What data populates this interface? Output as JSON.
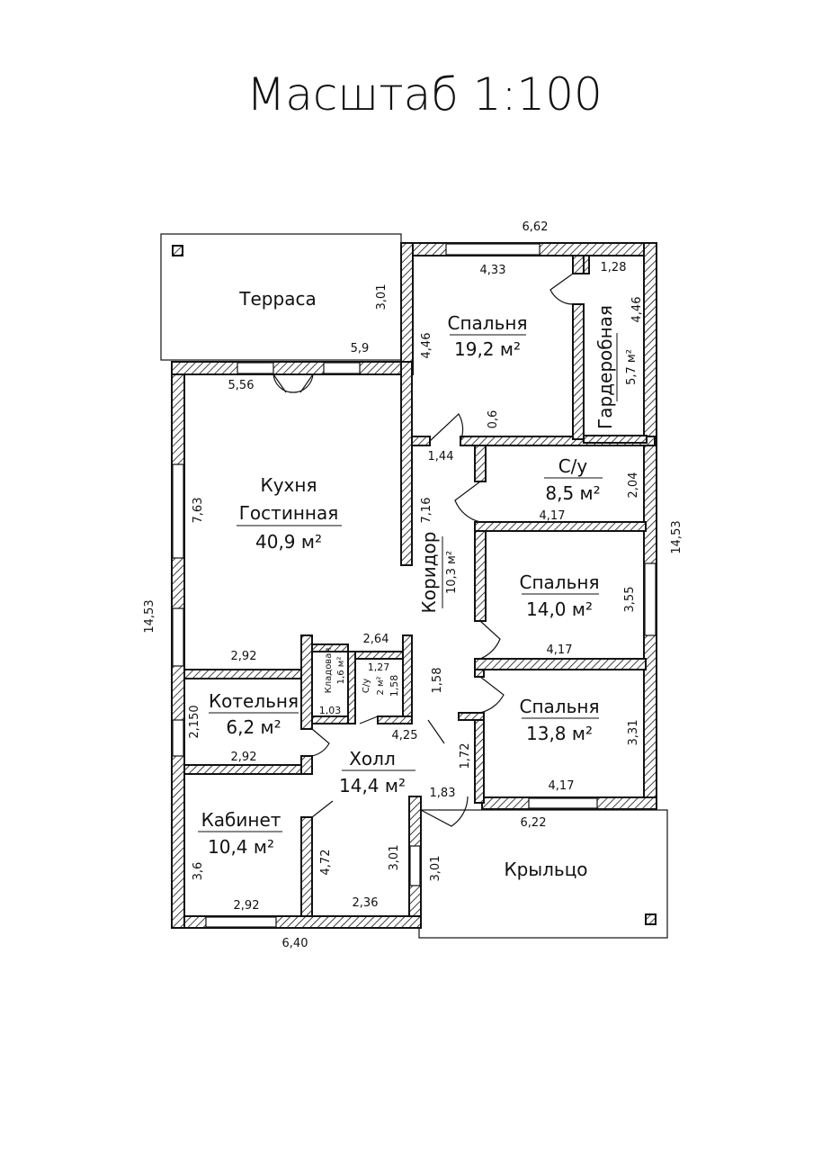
{
  "title": "Масштаб 1:100",
  "rooms": {
    "terrace": {
      "name": "Терраса"
    },
    "bedroom1": {
      "name": "Спальня",
      "area": "19,2 м²"
    },
    "wardrobe": {
      "name": "Гардеробная",
      "area": "5,7 м²"
    },
    "bathroom1": {
      "name": "С/у",
      "area": "8,5 м²"
    },
    "kitchen": {
      "name1": "Кухня",
      "name2": "Гостинная",
      "area": "40,9 м²"
    },
    "corridor": {
      "name": "Коридор",
      "area": "10,3 м²"
    },
    "bedroom2": {
      "name": "Спальня",
      "area": "14,0 м²"
    },
    "pantry": {
      "name": "Кладовая",
      "area": "1,6 м²"
    },
    "bathroom2": {
      "name": "С/у",
      "area": "2 м²"
    },
    "boiler": {
      "name": "Котельня",
      "area": "6,2 м²"
    },
    "hall": {
      "name": "Холл",
      "area": "14,4 м²"
    },
    "bedroom3": {
      "name": "Спальня",
      "area": "13,8 м²"
    },
    "office": {
      "name": "Кабинет",
      "area": "10,4 м²"
    },
    "porch": {
      "name": "Крыльцо"
    }
  },
  "dims": {
    "top_total": "6,62",
    "bedroom1_w": "4,33",
    "wardrobe_w": "1,28",
    "wardrobe_h": "4,46",
    "bedroom1_h": "4,46",
    "terrace_h": "3,01",
    "terrace_w": "5,9",
    "kitchen_w": "5,56",
    "gap_06": "0,6",
    "corr_144": "1,44",
    "bath1_h": "2,04",
    "bath1_w": "4,17",
    "corr_h": "7,16",
    "kitchen_h": "7,63",
    "right_total": "14,53",
    "left_total": "14,53",
    "bed2_h": "3,55",
    "bed2_w": "4,17",
    "kitchen_bottom": "2,92",
    "pantry_top": "2,64",
    "bath2_w": "1,27",
    "bath2_h": "1,58",
    "pantry_w": "1,03",
    "corr_158": "1,58",
    "boiler_h": "2,150",
    "boiler_w": "2,92",
    "hall_w": "4,25",
    "hall_172": "1,72",
    "bed3_h": "3,31",
    "bed3_w": "4,17",
    "hall_183": "1,83",
    "porch_w": "6,22",
    "office_h": "3,6",
    "hall_h": "4,72",
    "hall_301": "3,01",
    "porch_h": "3,01",
    "office_w": "2,92",
    "hall_bottom": "2,36",
    "bottom_total": "6,40"
  }
}
